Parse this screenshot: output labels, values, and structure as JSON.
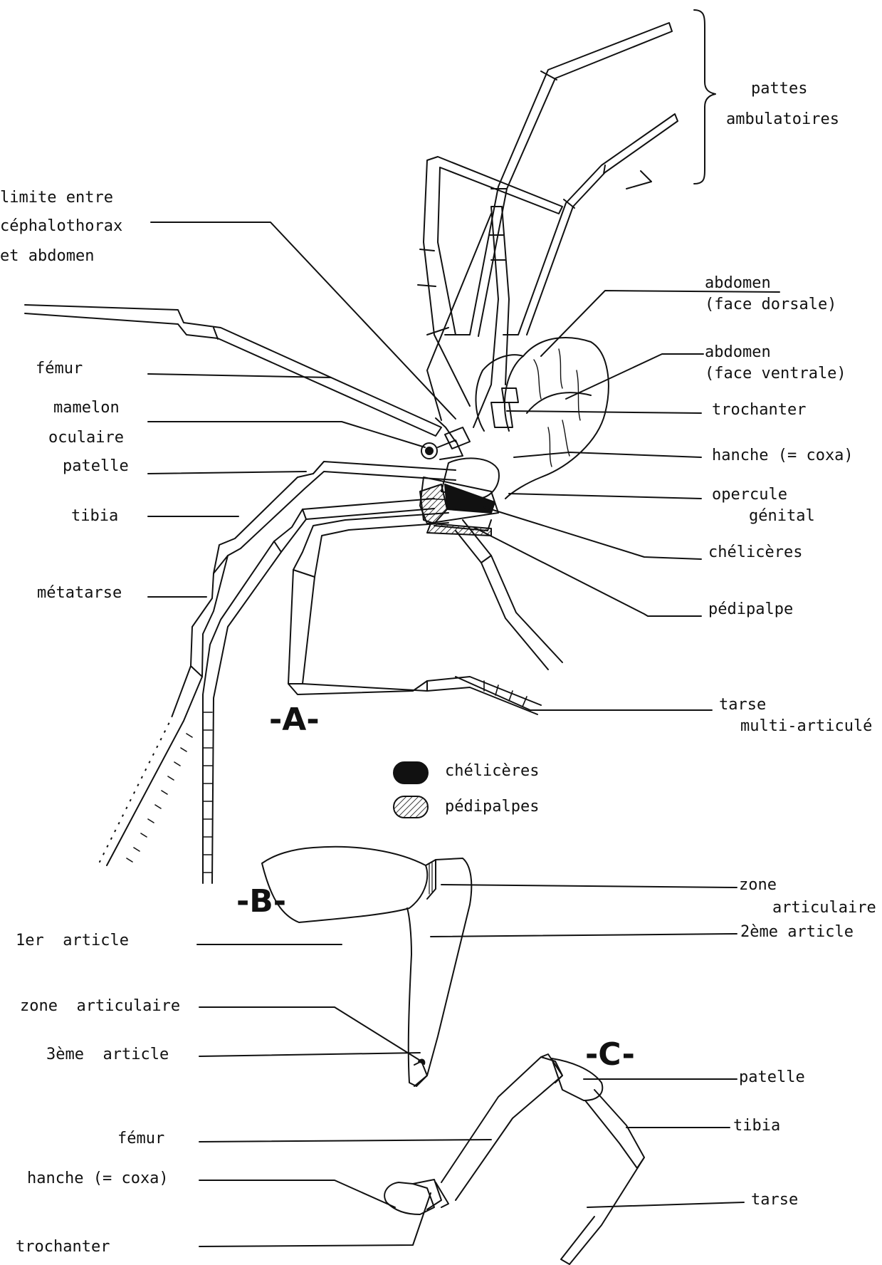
{
  "figure_A": {
    "letter": "-A-",
    "labels": {
      "pattes": "pattes",
      "ambulatoires": "ambulatoires",
      "limite_1": "limite entre",
      "limite_2": "céphalothorax",
      "limite_3": "et abdomen",
      "femur": "fémur",
      "mamelon_1": "mamelon",
      "mamelon_2": "oculaire",
      "patelle": "patelle",
      "tibia": "tibia",
      "metatarse": "métatarse",
      "abd_dorsal_1": "abdomen",
      "abd_dorsal_2": "(face dorsale)",
      "abd_ventral_1": "abdomen",
      "abd_ventral_2": "(face ventrale)",
      "trochanter": "trochanter",
      "hanche": "hanche (= coxa)",
      "opercule_1": "opercule",
      "opercule_2": "génital",
      "chelicere": "chélicères",
      "pedipalpe": "pédipalpe",
      "tarse_1": "tarse",
      "tarse_2": "multi-articulé"
    },
    "legend": {
      "chelicere": "chélicères",
      "pedipalpes": "pédipalpes"
    }
  },
  "figure_B": {
    "letter": "-B-",
    "labels": {
      "article1": "1er  article",
      "zone_art_r1": "zone",
      "zone_art_r2": "articulaire",
      "article2": "2ème article",
      "zone_art_l": "zone  articulaire",
      "article3": "3ème  article"
    }
  },
  "figure_C": {
    "letter": "-C-",
    "labels": {
      "femur": "fémur",
      "hanche": "hanche (= coxa)",
      "trochanter": "trochanter",
      "patelle": "patelle",
      "tibia": "tibia",
      "tarse": "tarse"
    }
  },
  "colors": {
    "ink": "#111111",
    "paper": "#ffffff"
  }
}
